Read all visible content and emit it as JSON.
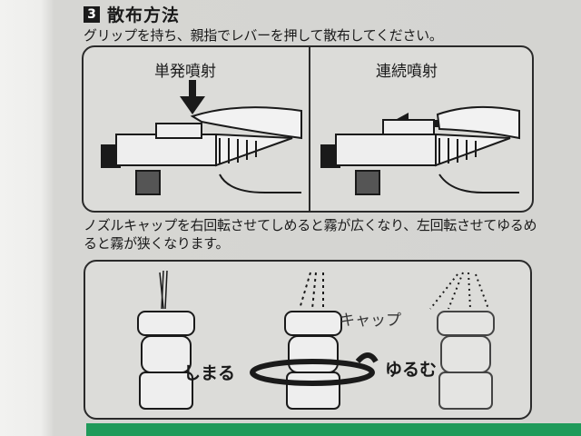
{
  "section": {
    "number": "3",
    "title": "散布方法"
  },
  "instruction": "グリップを持ち、親指でレバーを押して散布してください。",
  "spray_modes": [
    {
      "label": "単発噴射",
      "arrow": "down-arrow"
    },
    {
      "label": "連続噴射",
      "arrow": "left-arrow"
    }
  ],
  "nozzle_description": "ノズルキャップを右回転させてしめると霧が広くなり、左回転させてゆるめると霧が狭くなります。",
  "nozzle_diagram": {
    "cap_label": "キャップ",
    "tighten_label": "しまる",
    "loosen_label": "ゆるむ"
  },
  "colors": {
    "accent": "#1f9a5a",
    "ink": "#1a1a1a",
    "paper": "#d6d6d3"
  }
}
